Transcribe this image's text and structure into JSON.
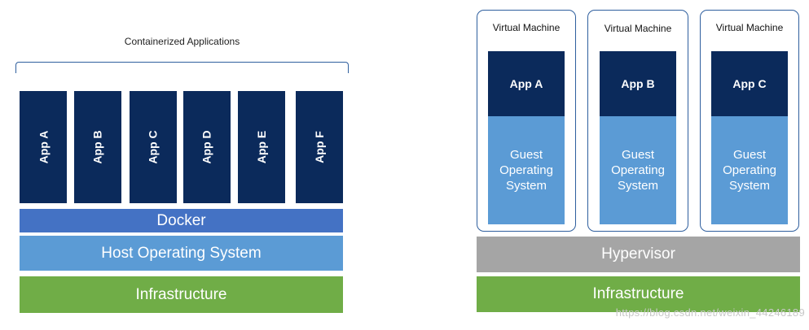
{
  "container_diagram": {
    "caption": "Containerized Applications",
    "apps": [
      "App A",
      "App B",
      "App C",
      "App D",
      "App E",
      "App F"
    ],
    "docker_label": "Docker",
    "host_os_label": "Host Operating System",
    "infrastructure_label": "Infrastructure"
  },
  "vm_diagram": {
    "machines": [
      {
        "title": "Virtual Machine",
        "app": "App A",
        "os": "Guest Operating System"
      },
      {
        "title": "Virtual Machine",
        "app": "App B",
        "os": "Guest Operating System"
      },
      {
        "title": "Virtual Machine",
        "app": "App C",
        "os": "Guest Operating System"
      }
    ],
    "hypervisor_label": "Hypervisor",
    "infrastructure_label": "Infrastructure"
  },
  "watermark": "https://blog.csdn.net/weixin_44246189",
  "colors": {
    "app_navy": "#0b2a5b",
    "docker_blue": "#4472c4",
    "host_os_blue": "#5b9bd5",
    "guest_os_blue": "#5b9bd5",
    "infrastructure_green": "#70ad47",
    "hypervisor_gray": "#a5a5a5",
    "outline_blue": "#2f5f9e"
  }
}
